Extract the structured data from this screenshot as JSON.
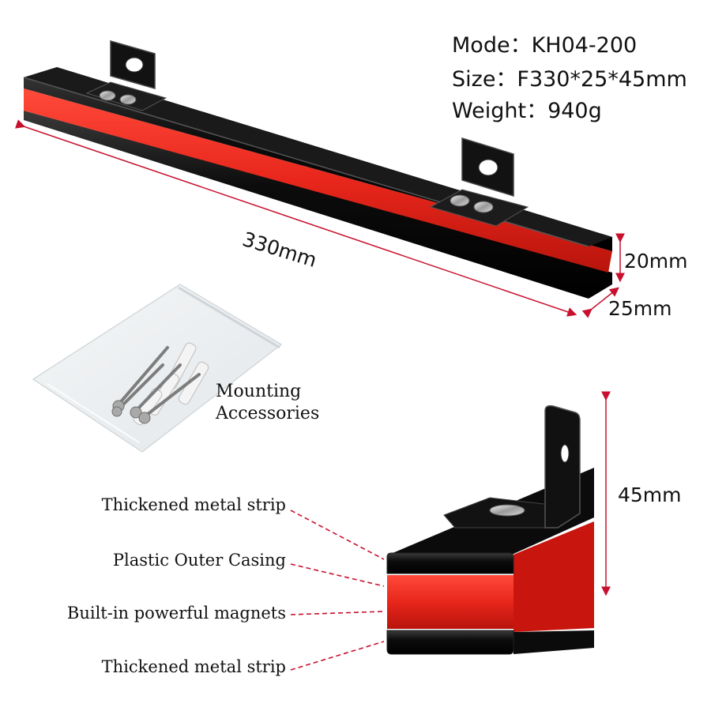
{
  "specs": {
    "model": "Mode：KH04-200",
    "size": "Size：F330*25*45mm",
    "weight": "Weight：940g"
  },
  "dimensions": {
    "length": "330mm",
    "height": "20mm",
    "depth": "25mm",
    "total_height": "45mm"
  },
  "accessories": {
    "line1": "Mounting",
    "line2": "Accessories"
  },
  "layers": [
    "Thickened metal strip",
    "Plastic Outer Casing",
    "Built-in powerful magnets",
    "Thickened metal strip"
  ],
  "colors": {
    "casing_red": "#e8261c",
    "strip_black": "#0c0c0c",
    "dimension_line": "#c8102e"
  }
}
